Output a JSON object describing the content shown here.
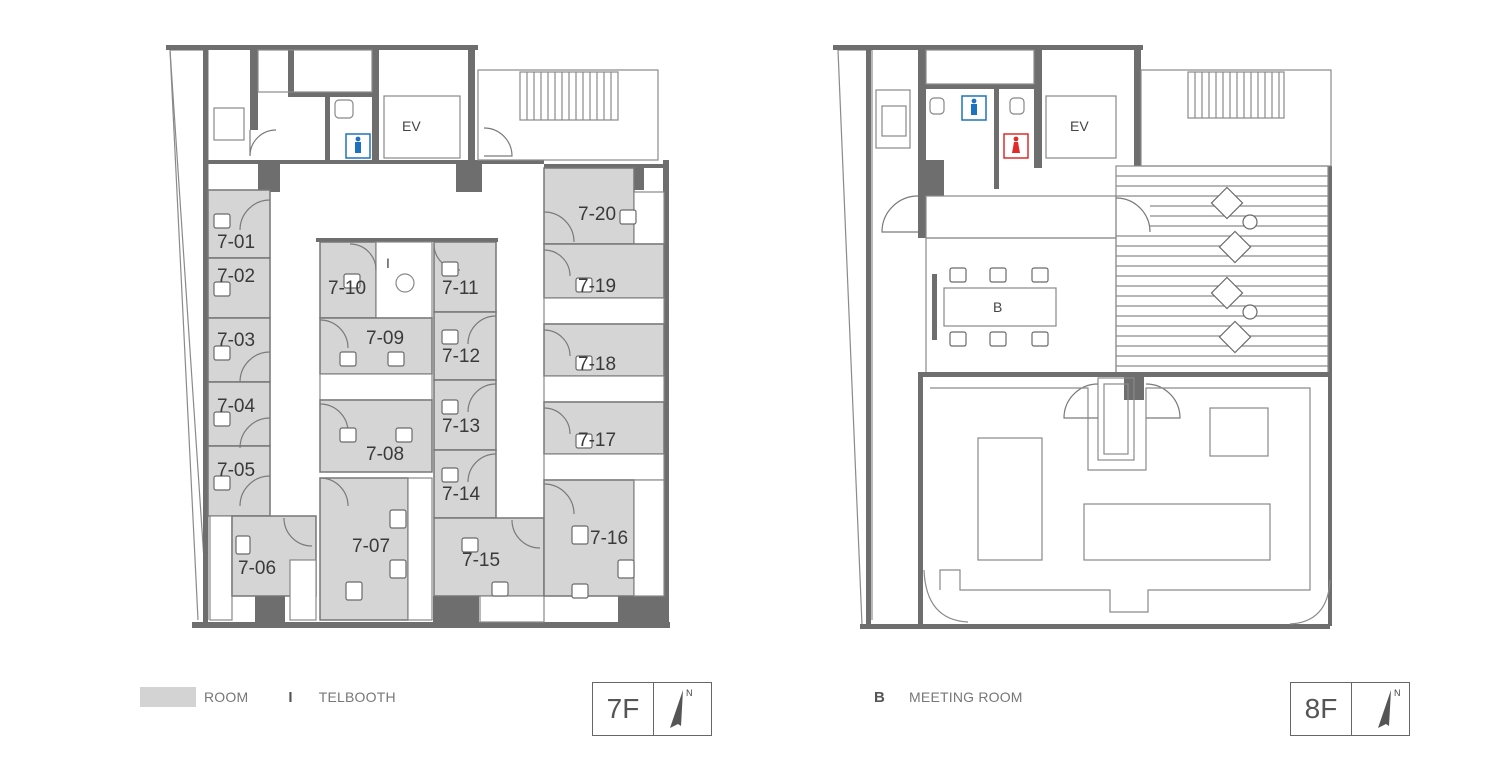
{
  "floor7": {
    "label": "7F",
    "rooms": [
      "7-01",
      "7-02",
      "7-03",
      "7-04",
      "7-05",
      "7-06",
      "7-07",
      "7-08",
      "7-09",
      "7-10",
      "7-11",
      "7-12",
      "7-13",
      "7-14",
      "7-15",
      "7-16",
      "7-17",
      "7-18",
      "7-19",
      "7-20"
    ],
    "elevator": "EV",
    "telbooth_mark": "I"
  },
  "floor8": {
    "label": "8F",
    "elevator": "EV",
    "meeting_room_mark": "B"
  },
  "legend": {
    "room_label": "ROOM",
    "telbooth_mark": "I",
    "telbooth_label": "TELBOOTH",
    "meeting_mark": "B",
    "meeting_label": "MEETING ROOM"
  },
  "north_mark": "N",
  "colors": {
    "wall": "#6e6e6e",
    "room_fill": "#d5d5d5",
    "male_icon": "#1e73be",
    "female_icon": "#e02b2b"
  }
}
